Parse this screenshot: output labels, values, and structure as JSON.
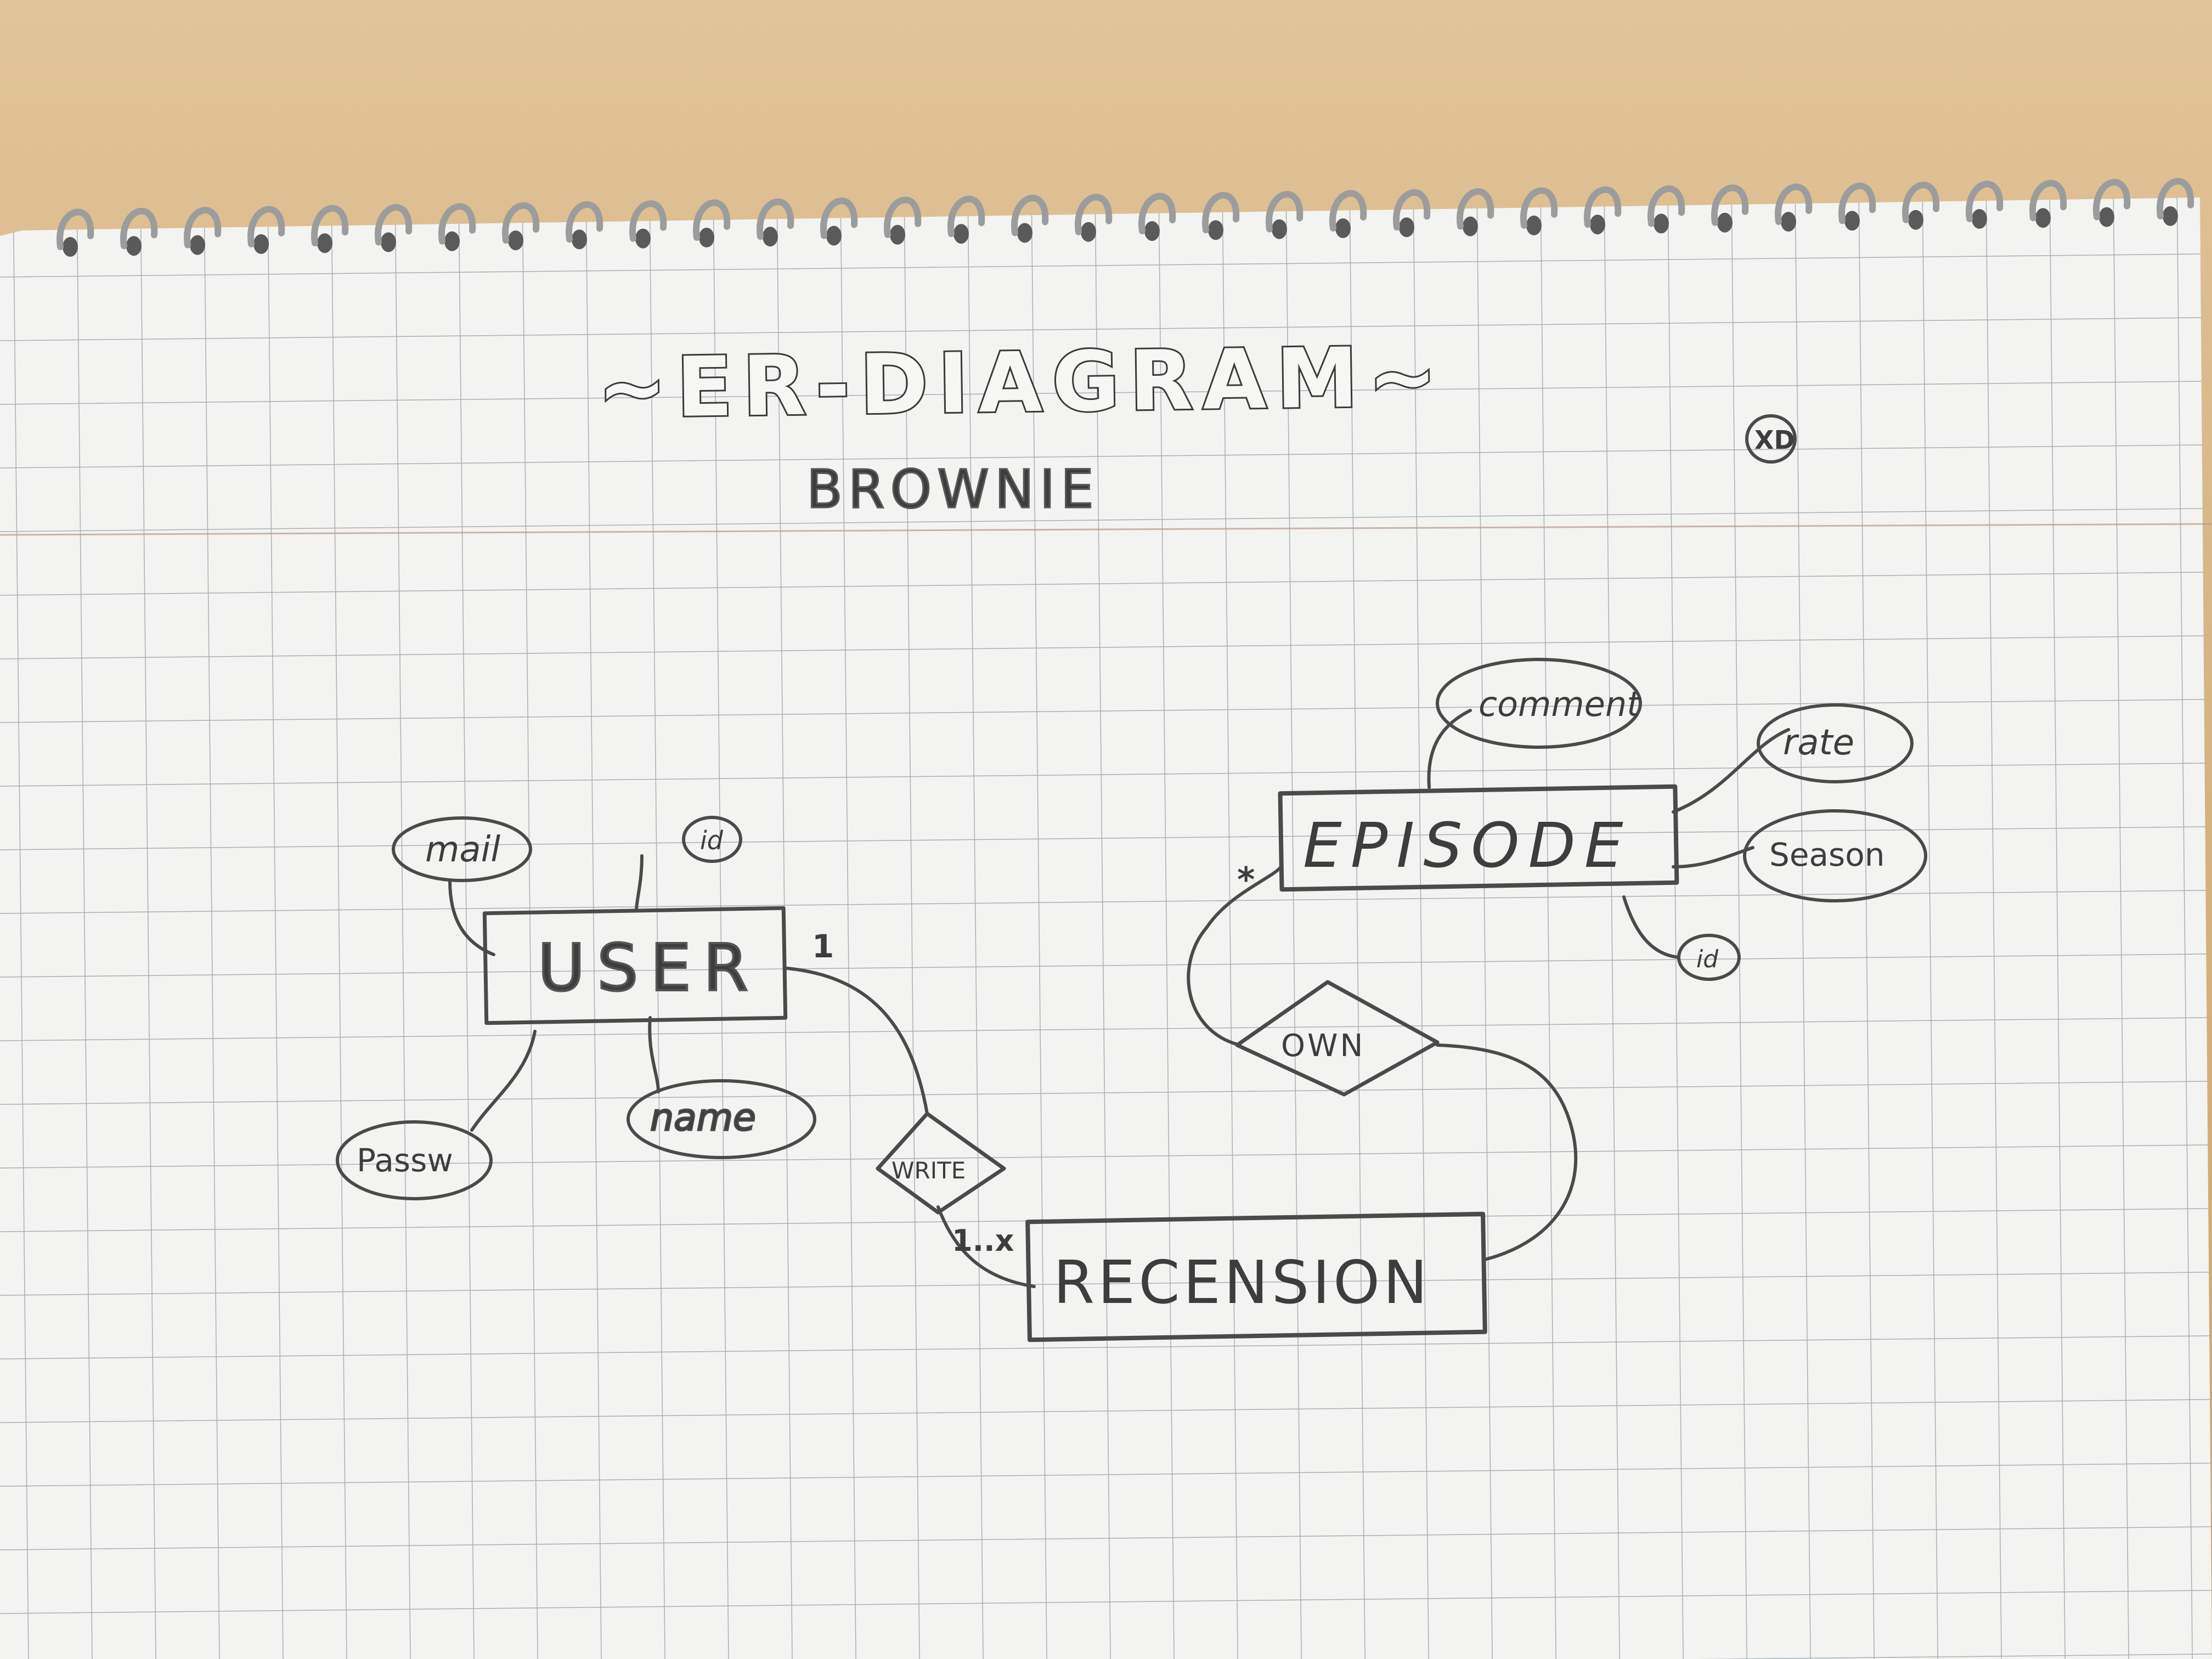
{
  "title": "~ER-DIAGRAM~",
  "subtitle": "BROWNIE",
  "corner_mark": "XD",
  "entities": {
    "user": "USER",
    "episode": "EPISODE",
    "recension": "RECENSION"
  },
  "relationships": {
    "write": "WRITE",
    "own": "OWN"
  },
  "attributes": {
    "user_mail": "mail",
    "user_id": "id",
    "user_passw": "Passw",
    "user_name": "name",
    "episode_comment": "comment",
    "episode_rate": "rate",
    "episode_season": "Season",
    "episode_id": "id"
  },
  "cardinalities": {
    "user_write": "1",
    "write_recension": "1..x",
    "own_episode": "*"
  },
  "colors": {
    "paper": "#f3f3f1",
    "grid": "#9aa3ad",
    "pencil": "#454545",
    "desk": "#d6b483"
  }
}
